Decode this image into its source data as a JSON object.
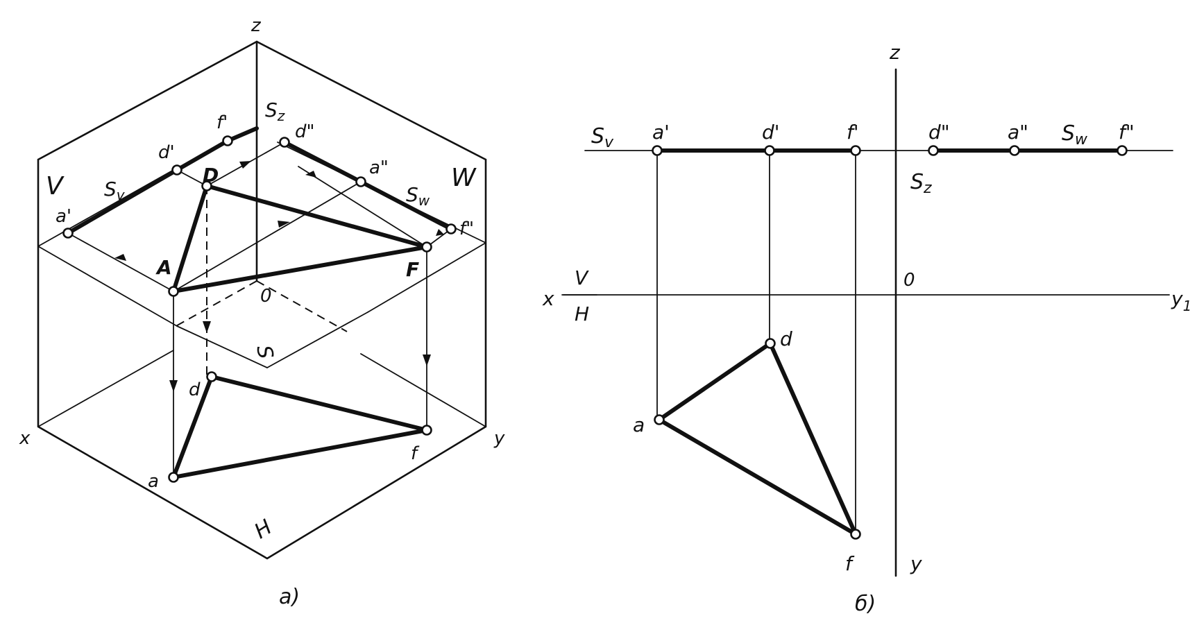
{
  "diagram_a": {
    "caption": "a)",
    "axes": {
      "x": "x",
      "y": "y",
      "z": "z",
      "origin": "0"
    },
    "planes": {
      "V": "V",
      "W": "W",
      "H": "H"
    },
    "traces": {
      "Sv": "S",
      "Sv_sub": "v",
      "Sw": "S",
      "Sw_sub": "w",
      "Sz": "S",
      "Sz_sub": "z",
      "S": "S"
    },
    "points_3d": {
      "A": "A",
      "D": "D",
      "F": "F"
    },
    "points_v": {
      "a1": "a'",
      "d1": "d'",
      "f1": "f'"
    },
    "points_w": {
      "a2": "a\"",
      "d2": "d\"",
      "f2": "f\""
    },
    "points_h": {
      "a": "a",
      "d": "d",
      "f": "f"
    }
  },
  "diagram_b": {
    "caption": "б)",
    "axes": {
      "x": "x",
      "y1": "y",
      "y1_sub": "1",
      "y": "y",
      "z": "z",
      "origin": "0"
    },
    "plane_fraction": {
      "top": "V",
      "bottom": "H"
    },
    "traces": {
      "Sv": "S",
      "Sv_sub": "v",
      "Sw": "S",
      "Sw_sub": "w",
      "Sz": "S",
      "Sz_sub": "z"
    },
    "points_v": {
      "a1": "a'",
      "d1": "d'",
      "f1": "f'"
    },
    "points_w": {
      "d2": "d\"",
      "a2": "a\"",
      "f2": "f\""
    },
    "points_h": {
      "a": "a",
      "d": "d",
      "f": "f"
    }
  }
}
